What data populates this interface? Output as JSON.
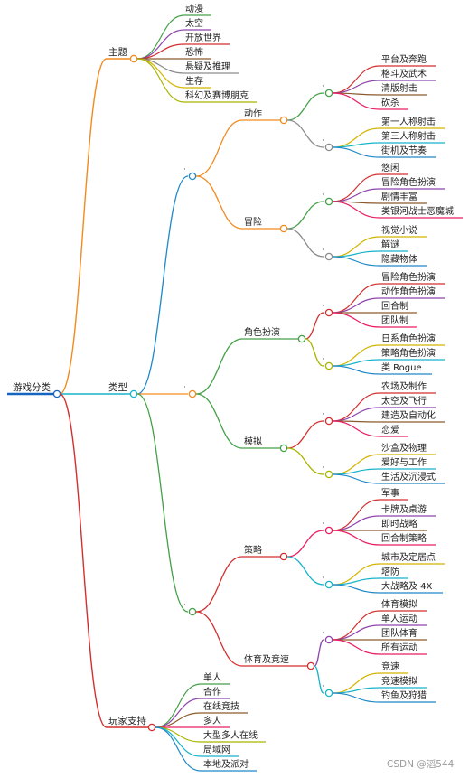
{
  "root": "游戏分类",
  "colors": {
    "root": "#1565c0",
    "orange": "#f28a1e",
    "blue": "#1e88c8",
    "red": "#d32f2f",
    "green": "#43a047",
    "purple": "#8e44ad",
    "gray": "#8c8c8c",
    "olive": "#a8b400",
    "gold": "#d4b400",
    "pink": "#e91e63",
    "cyan": "#17b3c9",
    "brown": "#8d5a2b",
    "yellow": "#d6b600"
  },
  "branches": {
    "theme": {
      "label": "主题",
      "children": [
        "动漫",
        "太空",
        "开放世界",
        "恐怖",
        "悬疑及推理",
        "生存",
        "科幻及赛博朋克"
      ]
    },
    "type": {
      "label": "类型",
      "groups": [
        {
          "dot_label": "·",
          "categories": [
            {
              "label": "动作",
              "subgroups": [
                {
                  "dot_label": "·",
                  "items": [
                    "平台及奔跑",
                    "格斗及武术",
                    "清版射击",
                    "砍杀"
                  ]
                },
                {
                  "dot_label": "·",
                  "items": [
                    "第一人称射击",
                    "第三人称射击",
                    "街机及节奏"
                  ]
                }
              ]
            },
            {
              "label": "冒险",
              "subgroups": [
                {
                  "dot_label": "·",
                  "items": [
                    "悠闲",
                    "冒险角色扮演",
                    "剧情丰富",
                    "类银河战士恶魔城"
                  ]
                },
                {
                  "dot_label": "·",
                  "items": [
                    "视觉小说",
                    "解谜",
                    "隐藏物体"
                  ]
                }
              ]
            }
          ]
        },
        {
          "dot_label": "·",
          "categories": [
            {
              "label": "角色扮演",
              "subgroups": [
                {
                  "dot_label": "·",
                  "items": [
                    "冒险角色扮演",
                    "动作角色扮演",
                    "回合制",
                    "团队制"
                  ]
                },
                {
                  "dot_label": "·",
                  "items": [
                    "日系角色扮演",
                    "策略角色扮演",
                    "类 Rogue"
                  ]
                }
              ]
            },
            {
              "label": "模拟",
              "subgroups": [
                {
                  "dot_label": "·",
                  "items": [
                    "农场及制作",
                    "太空及飞行",
                    "建造及自动化",
                    "恋爱"
                  ]
                },
                {
                  "dot_label": "·",
                  "items": [
                    "沙盒及物理",
                    "爱好与工作",
                    "生活及沉浸式"
                  ]
                }
              ]
            }
          ]
        },
        {
          "dot_label": "·",
          "categories": [
            {
              "label": "策略",
              "subgroups": [
                {
                  "dot_label": "·",
                  "items": [
                    "军事",
                    "卡牌及桌游",
                    "即时战略",
                    "回合制策略"
                  ]
                },
                {
                  "dot_label": "·",
                  "items": [
                    "城市及定居点",
                    "塔防",
                    "大战略及 4X"
                  ]
                }
              ]
            },
            {
              "label": "体育及竞速",
              "subgroups": [
                {
                  "dot_label": "·",
                  "items": [
                    "体育模拟",
                    "单人运动",
                    "团队体育",
                    "所有运动"
                  ]
                },
                {
                  "dot_label": "·",
                  "items": [
                    "竞速",
                    "竞速模拟",
                    "钓鱼及狩猎"
                  ]
                }
              ]
            }
          ]
        }
      ]
    },
    "player": {
      "label": "玩家支持",
      "children": [
        "单人",
        "合作",
        "在线竞技",
        "多人",
        "大型多人在线",
        "局域网",
        "本地及派对"
      ]
    }
  },
  "watermark": "CSDN @滔544"
}
